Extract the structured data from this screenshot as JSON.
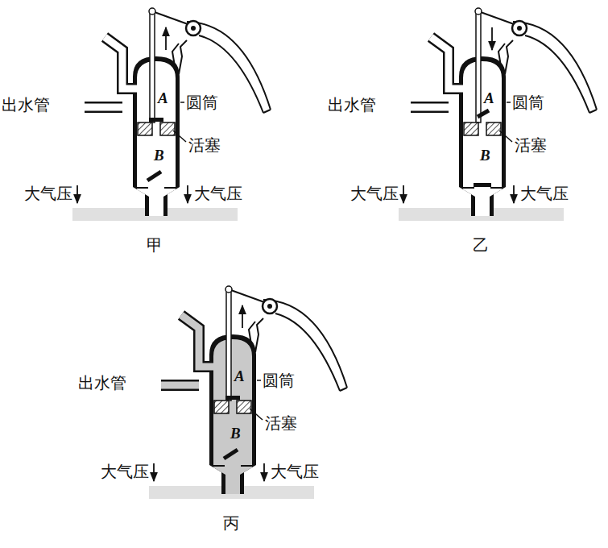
{
  "diagram": {
    "labels": [
      "出水管",
      "A",
      "圆筒",
      "活塞",
      "B",
      "大气压",
      "大气压",
      "甲",
      "出水管",
      "A",
      "圆筒",
      "活塞",
      "B",
      "大气压",
      "大气压",
      "乙",
      "出水管",
      "A",
      "圆筒",
      "活塞",
      "B",
      "大气压",
      "大气压",
      "丙"
    ]
  }
}
